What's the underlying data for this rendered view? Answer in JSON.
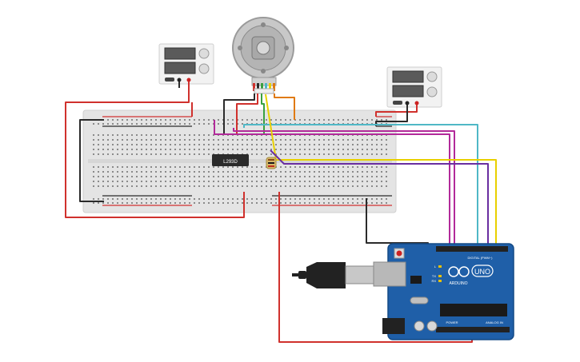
{
  "scene": {
    "components": {
      "breadboard": {
        "name": "breadboard"
      },
      "motor_driver": {
        "label": "L293D"
      },
      "motor": {
        "name": "dc-motor-encoder"
      },
      "power_supply_left": {
        "name": "power-supply"
      },
      "power_supply_right": {
        "name": "power-supply"
      },
      "arduino": {
        "logo": "UNO",
        "brand": "ARDUINO",
        "header_digital": "DIGITAL (PWM~)",
        "header_power": "POWER",
        "header_analog": "ANALOG IN",
        "led_tx": "TX",
        "led_rx": "RX",
        "led_l": "L"
      }
    },
    "colors": {
      "wire_red": "#d0312d",
      "wire_black": "#2b2b2b",
      "wire_magenta": "#b22a9a",
      "wire_purple": "#6a2ea0",
      "wire_cyan": "#4fb8c6",
      "wire_yellow": "#e8d000",
      "wire_orange": "#e07a10",
      "wire_green": "#3aa040",
      "arduino_blue": "#1f5fa8",
      "breadboard": "#e4e4e4"
    }
  }
}
